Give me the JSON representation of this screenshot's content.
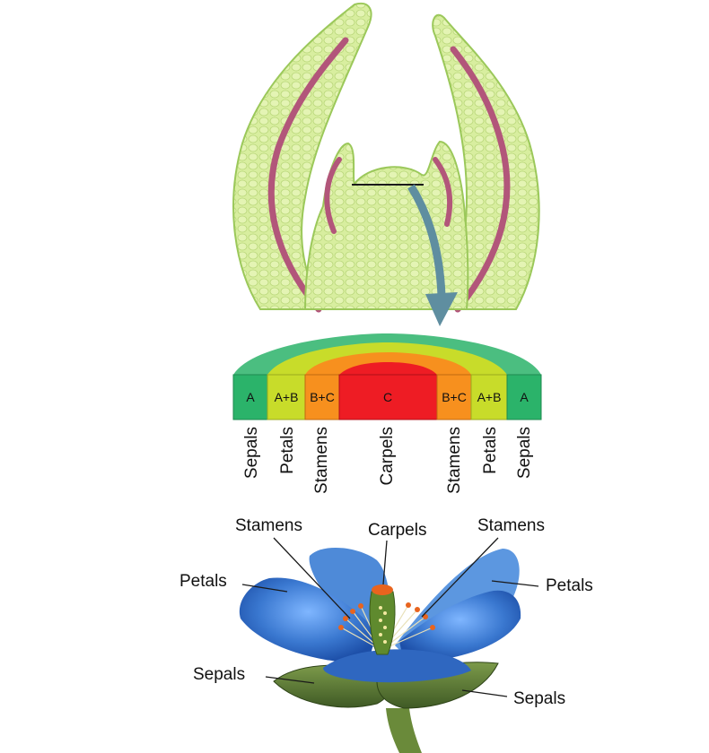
{
  "colors": {
    "sepal_zone": "#2bb36a",
    "petal_zone": "#c8dc2a",
    "stamen_zone": "#f7901e",
    "carpel_zone": "#ee1c24",
    "tissue": "#d6ec9e",
    "tissue_outline": "#9bc85a",
    "vascular": "#b2567a",
    "arrow": "#5f8ea0",
    "flower_blue": "#3a78d0"
  },
  "zones": [
    {
      "code": "A",
      "organ": "Sepals"
    },
    {
      "code": "A+B",
      "organ": "Petals"
    },
    {
      "code": "B+C",
      "organ": "Stamens"
    },
    {
      "code": "C",
      "organ": "Carpels"
    },
    {
      "code": "B+C",
      "organ": "Stamens"
    },
    {
      "code": "A+B",
      "organ": "Petals"
    },
    {
      "code": "A",
      "organ": "Sepals"
    }
  ],
  "flower_labels": {
    "stamens_left": "Stamens",
    "carpels": "Carpels",
    "stamens_right": "Stamens",
    "petals_left": "Petals",
    "petals_right": "Petals",
    "sepals_left": "Sepals",
    "sepals_right": "Sepals"
  }
}
